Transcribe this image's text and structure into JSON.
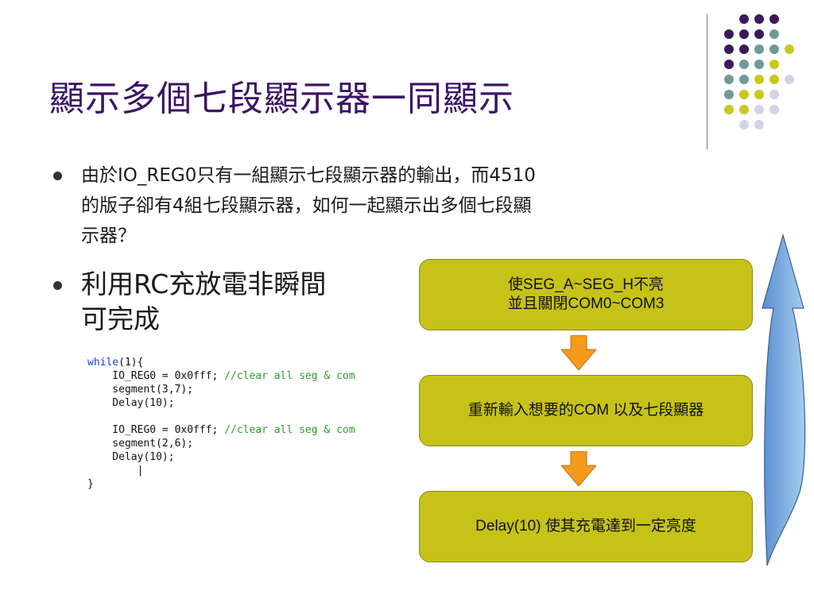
{
  "slide": {
    "title": "顯示多個七段顯示器一同顯示",
    "bullets": [
      {
        "line1": "由於IO_REG0只有一組顯示七段顯示器的輸出，而4510",
        "line2": "的版子卻有4組七段顯示器，如何一起顯示出多個七段顯",
        "line3": "示器？"
      },
      {
        "line1": "利用RC充放電非瞬間",
        "line2": "可完成"
      }
    ],
    "code": {
      "lines": [
        {
          "kw": "while",
          "text": "(1){",
          "comment": ""
        },
        {
          "kw": "",
          "text": "    IO_REG0 = 0x0fff; ",
          "comment": "//clear all seg & com"
        },
        {
          "kw": "",
          "text": "    segment(3,7);",
          "comment": ""
        },
        {
          "kw": "",
          "text": "    Delay(10);",
          "comment": ""
        },
        {
          "kw": "",
          "text": "",
          "comment": ""
        },
        {
          "kw": "",
          "text": "    IO_REG0 = 0x0fff; ",
          "comment": "//clear all seg & com"
        },
        {
          "kw": "",
          "text": "    segment(2,6);",
          "comment": ""
        },
        {
          "kw": "",
          "text": "    Delay(10);",
          "comment": ""
        },
        {
          "kw": "",
          "text": "        |",
          "comment": ""
        },
        {
          "kw": "",
          "text": "}",
          "comment": ""
        }
      ]
    },
    "flow": {
      "box1_line1": "使SEG_A~SEG_H不亮",
      "box1_line2": "並且關閉COM0~COM3",
      "box2": "重新輸入想要的COM 以及七段顯器",
      "box3": "Delay(10)  使其充電達到一定亮度"
    },
    "colors": {
      "title": "#3a1466",
      "box_fill": "#c6c218",
      "arrow_fill": "#f59a1b",
      "loop_arrow": "#7fb2e6",
      "dot_purple": "#3b1a5c",
      "dot_teal": "#6f9a98",
      "dot_yellow": "#c8c81e",
      "dot_lavender": "#d3d3e8"
    }
  }
}
